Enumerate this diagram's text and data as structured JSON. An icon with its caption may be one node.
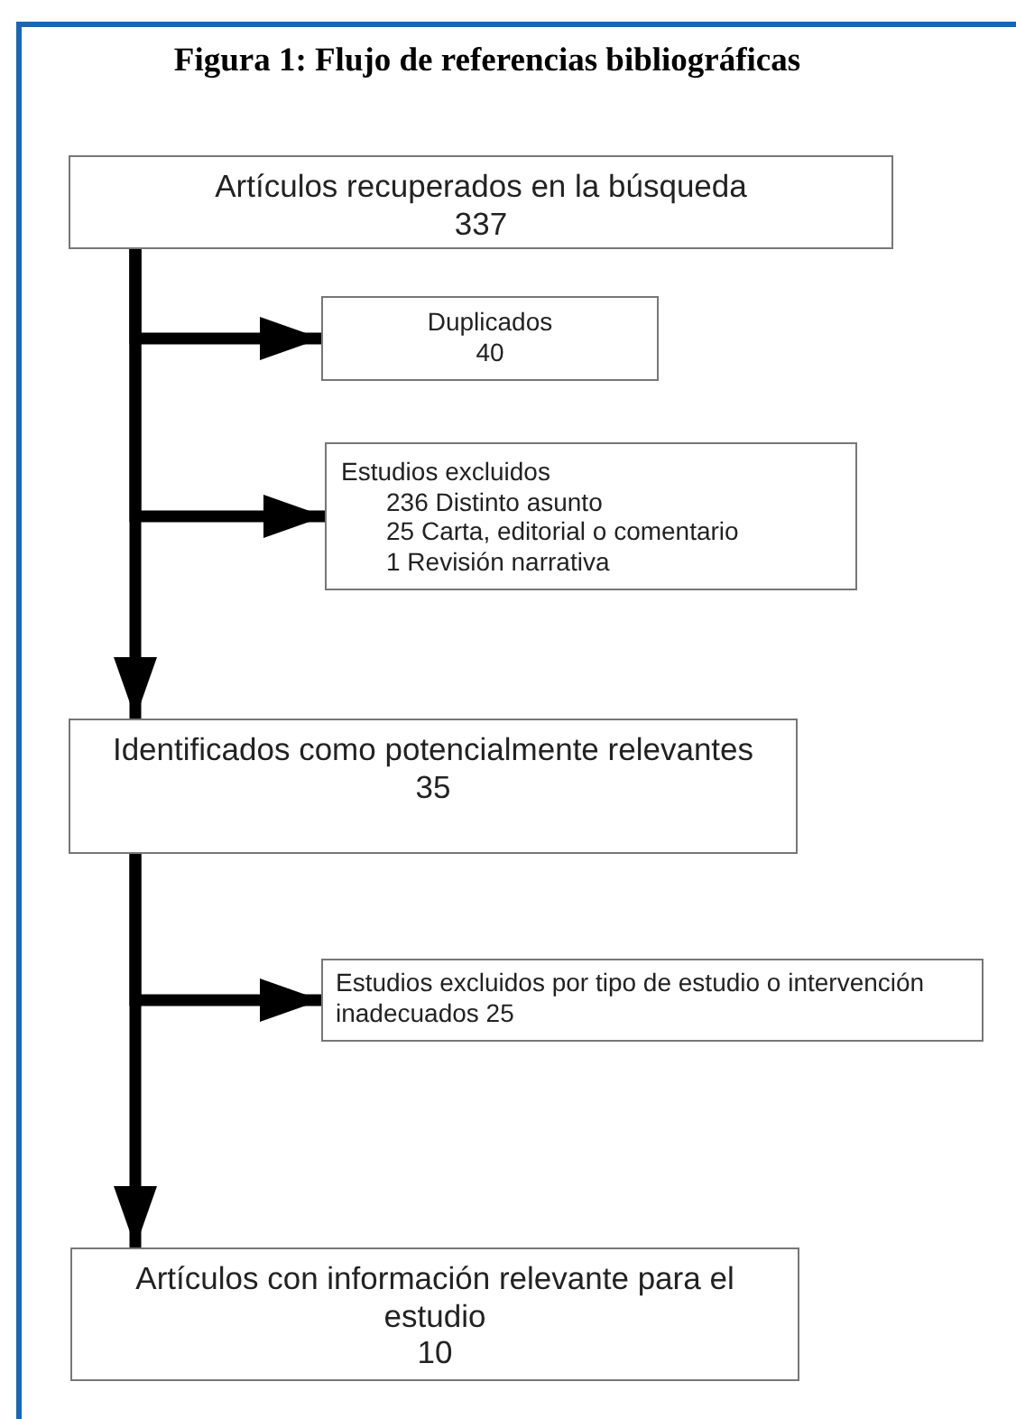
{
  "diagram": {
    "title": "Figura 1: Flujo de referencias bibliográficas",
    "nodes": [
      {
        "text": [
          "Artículos recuperados en la búsqueda",
          "337"
        ]
      },
      {
        "text": [
          "Duplicados",
          "40"
        ]
      },
      {
        "text": [
          "Estudios excluidos",
          "236 Distinto asunto",
          "25 Carta, editorial o comentario",
          "1 Revisión narrativa"
        ]
      },
      {
        "text": [
          "Identificados como potencialmente relevantes",
          "35"
        ]
      },
      {
        "text": [
          "Estudios excluidos por tipo de estudio o intervención inadecuados 25"
        ]
      },
      {
        "text": [
          "Artículos con información relevante para el estudio",
          "10"
        ]
      }
    ],
    "edges": [
      {
        "from": 0,
        "to": 1,
        "arrow": "to"
      },
      {
        "from": 0,
        "to": 2,
        "arrow": "to"
      },
      {
        "from": 0,
        "to": 3,
        "arrow": "to"
      },
      {
        "from": 3,
        "to": 4,
        "arrow": "to"
      },
      {
        "from": 3,
        "to": 5,
        "arrow": "to"
      }
    ]
  }
}
